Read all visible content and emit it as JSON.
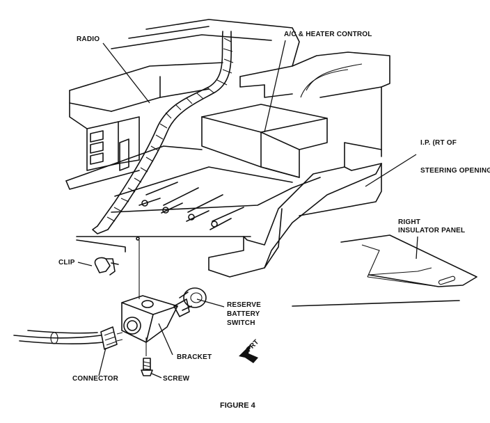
{
  "labels": {
    "radio": "RADIO",
    "ac_heater": "A/C & HEATER CONTROL",
    "ip_line1": "I.P. (RT OF",
    "ip_line2": "STEERING OPENING)",
    "insulator_line1": "RIGHT",
    "insulator_line2": "INSULATOR PANEL",
    "clip": "CLIP",
    "reserve_line1": "RESERVE",
    "reserve_line2": "BATTERY",
    "reserve_line3": "SWITCH",
    "bracket": "BRACKET",
    "connector": "CONNECTOR",
    "screw": "SCREW",
    "frt": "FRT"
  },
  "caption": "FIGURE 4"
}
